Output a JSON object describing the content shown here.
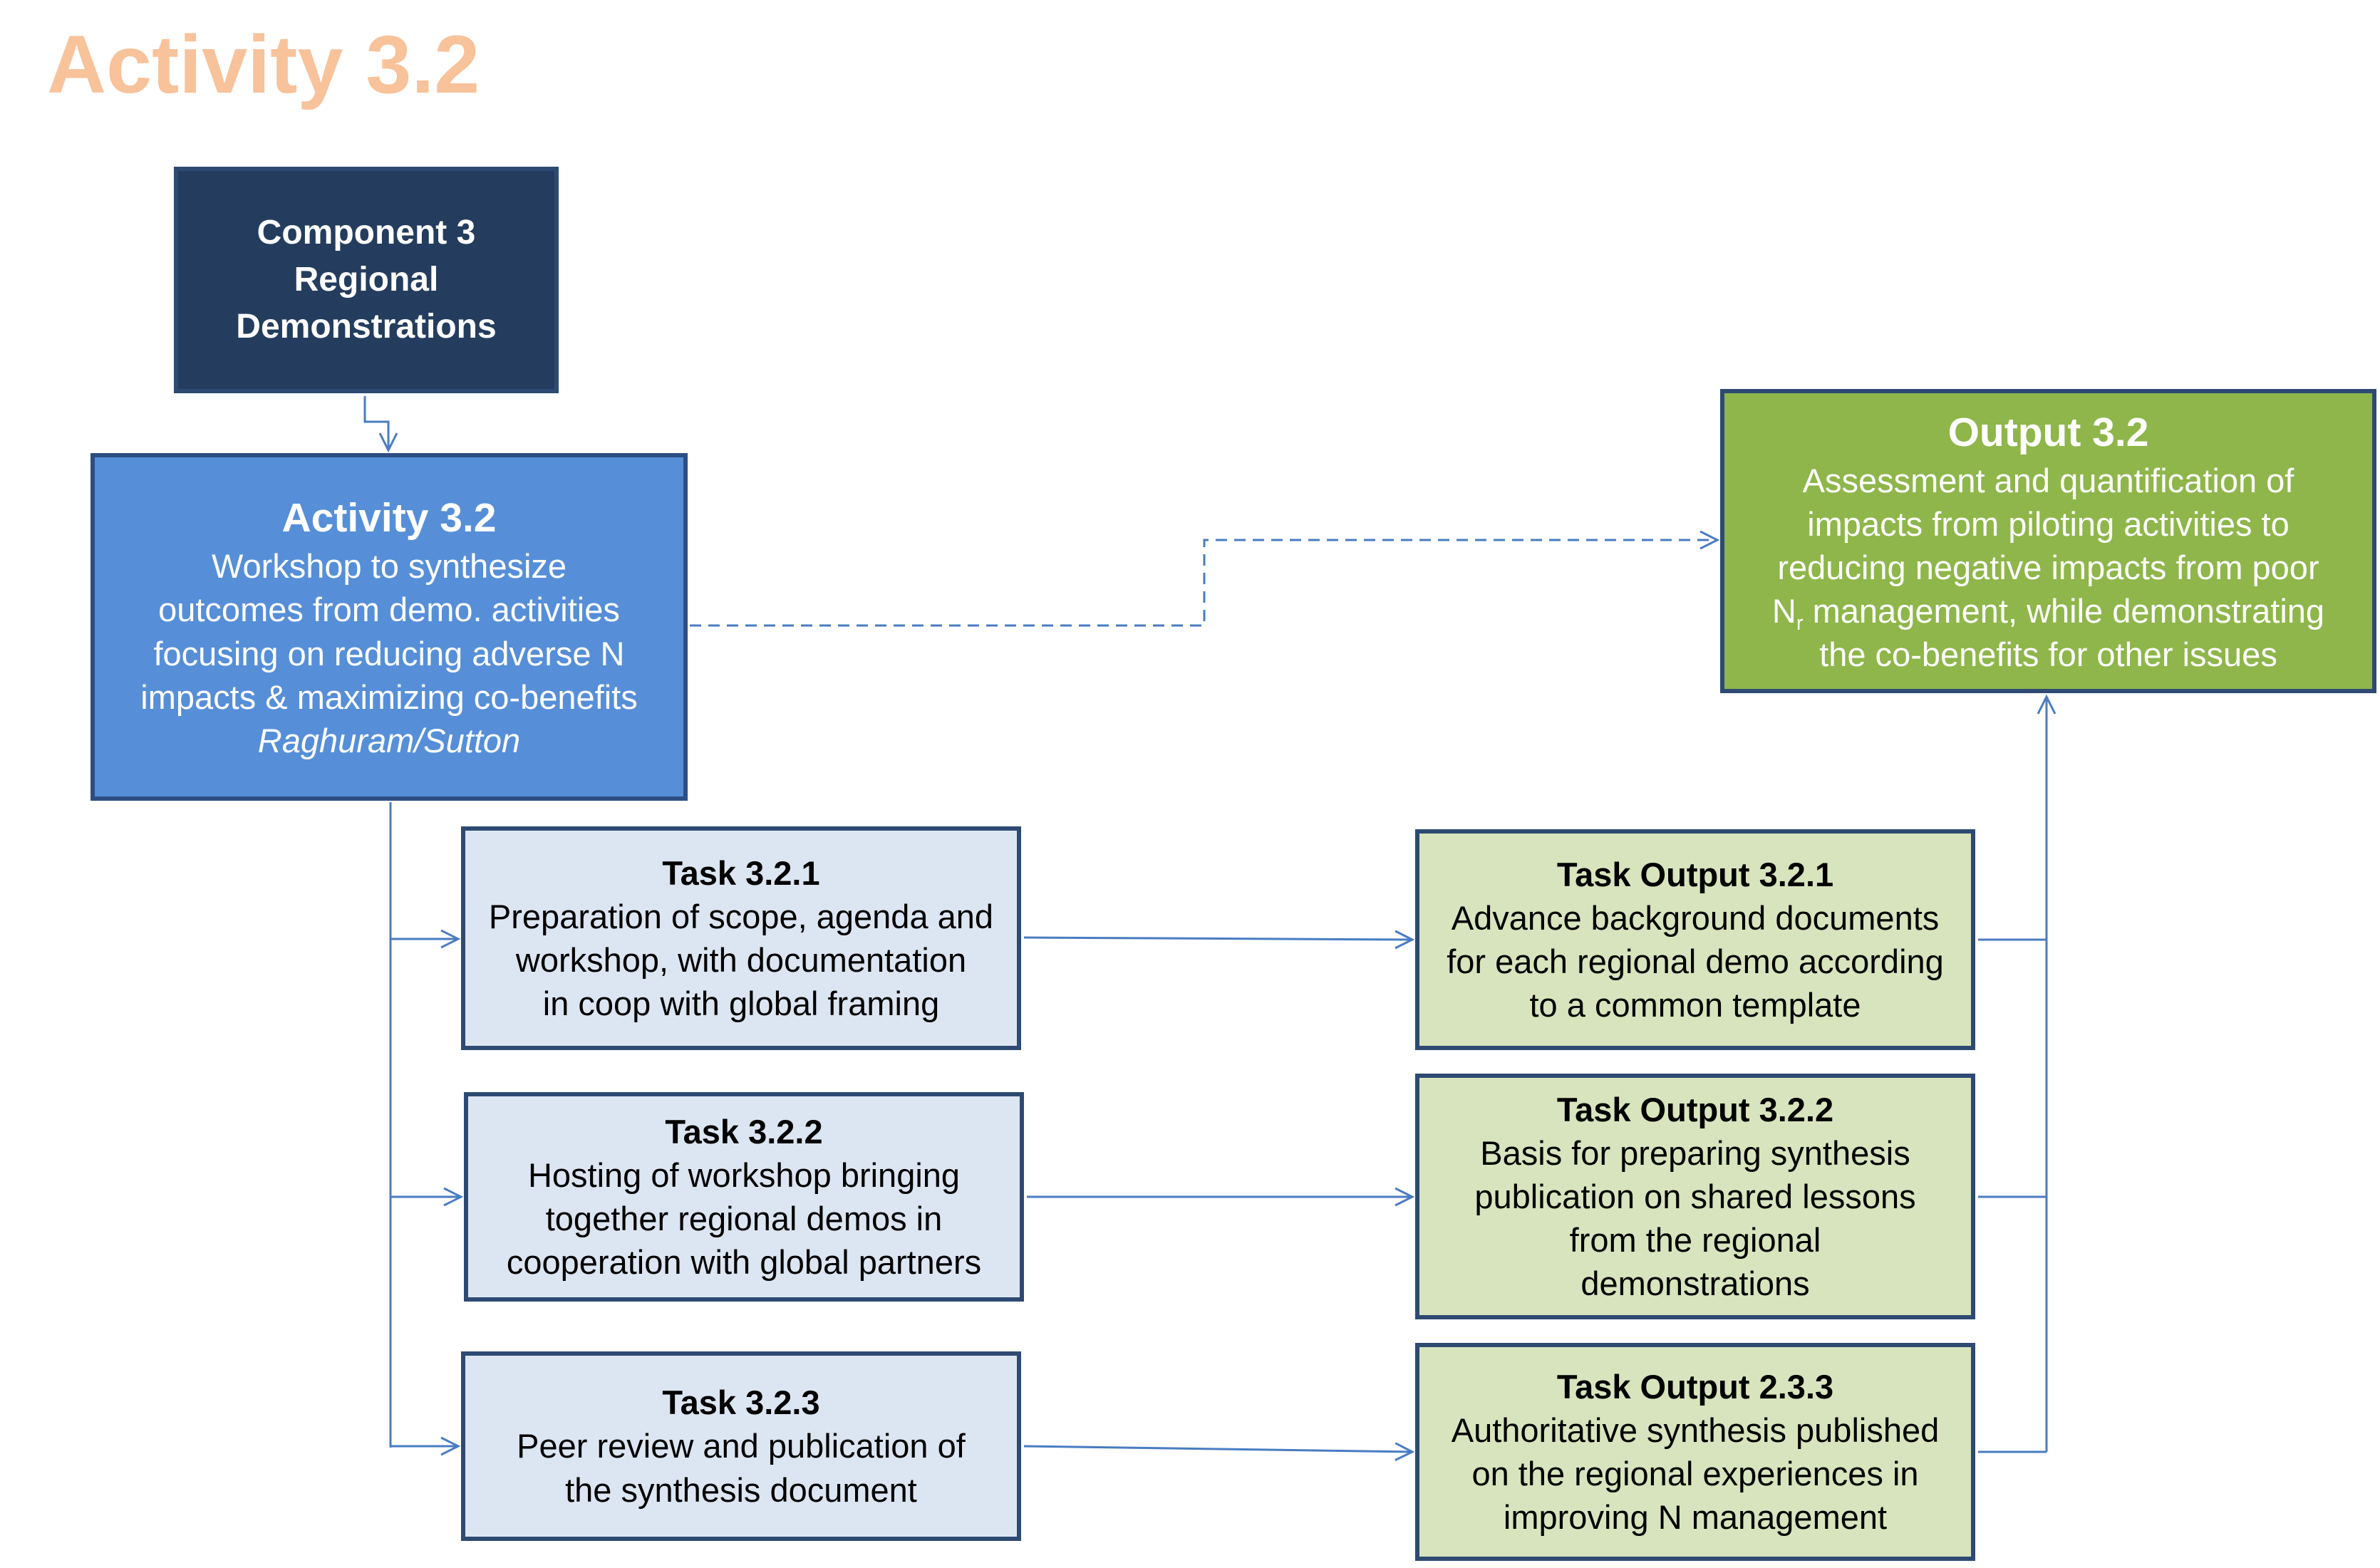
{
  "page": {
    "title": "Activity 3.2"
  },
  "component": {
    "title": "Component 3\nRegional\nDemonstrations"
  },
  "activity": {
    "title": "Activity 3.2",
    "body": "Workshop to synthesize\noutcomes from demo. activities\nfocusing on reducing adverse N\nimpacts & maximizing co-benefits",
    "authors": "Raghuram/Sutton"
  },
  "output": {
    "title": "Output 3.2",
    "body_before": "Assessment and quantification of\nimpacts from piloting activities to\nreducing negative impacts from poor\nN",
    "subscript": "r",
    "body_after": " management, while demonstrating\nthe co-benefits for other issues"
  },
  "tasks": [
    {
      "title": "Task 3.2.1",
      "body": "Preparation of scope, agenda and\nworkshop, with documentation\nin coop with global framing"
    },
    {
      "title": "Task 3.2.2",
      "body": "Hosting of workshop bringing\ntogether regional demos in\ncooperation with global partners"
    },
    {
      "title": "Task 3.2.3",
      "body": "Peer review and publication of\nthe synthesis document"
    }
  ],
  "task_outputs": [
    {
      "title": "Task Output 3.2.1",
      "body": "Advance background documents\nfor each regional demo according\nto a common template"
    },
    {
      "title": "Task Output 3.2.2",
      "body": "Basis for preparing synthesis\npublication on shared lessons\nfrom the regional\ndemonstrations"
    },
    {
      "title": "Task Output 2.3.3",
      "body": "Authoritative synthesis published\non the regional experiences in\nimproving N management"
    }
  ],
  "colors": {
    "page_title": "#F8C29A",
    "component_fill": "#243D5E",
    "activity_fill": "#568FD8",
    "output_fill": "#8EB64A",
    "task_fill": "#DCE6F2",
    "task_output_fill": "#D8E4BD",
    "border": "#2E4A73",
    "connector": "#4A7CC2"
  }
}
